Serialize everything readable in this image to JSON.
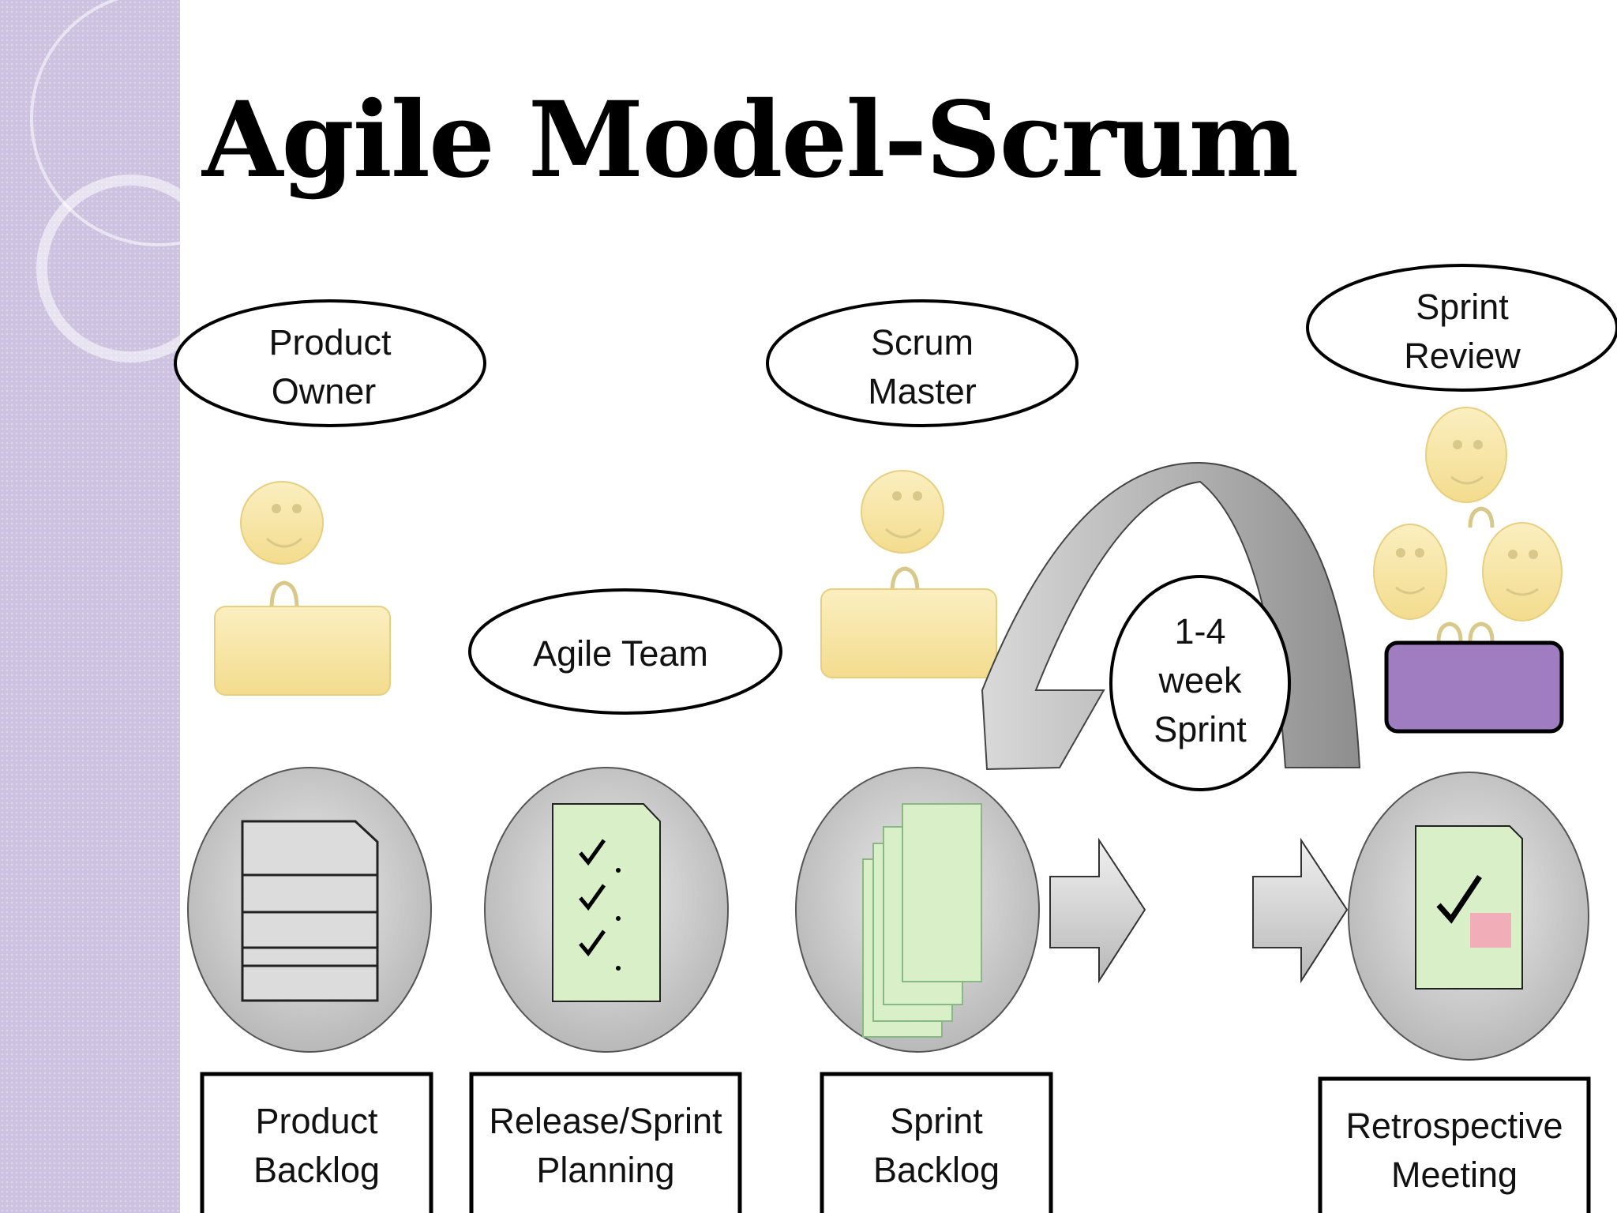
{
  "title": "Agile Model-Scrum",
  "roles": {
    "product_owner": [
      "Product",
      "Owner"
    ],
    "scrum_master": [
      "Scrum",
      "Master"
    ],
    "sprint_review": [
      "Sprint",
      "Review"
    ],
    "agile_team": [
      "Agile Team"
    ]
  },
  "sprint_loop": [
    "1-4",
    "week",
    "Sprint"
  ],
  "artifacts": {
    "product_backlog": [
      "Product",
      "Backlog"
    ],
    "release_planning": [
      "Release/Sprint",
      "Planning"
    ],
    "sprint_backlog": [
      "Sprint",
      "Backlog"
    ],
    "retrospective": [
      "Retrospective",
      "Meeting"
    ]
  },
  "colors": {
    "sidebar": "#cdc2e0",
    "face": "#f8e6a4",
    "doc_green": "#d8efc8",
    "review_box": "#a07cc0",
    "circle_gray": "#c8c8c8"
  }
}
